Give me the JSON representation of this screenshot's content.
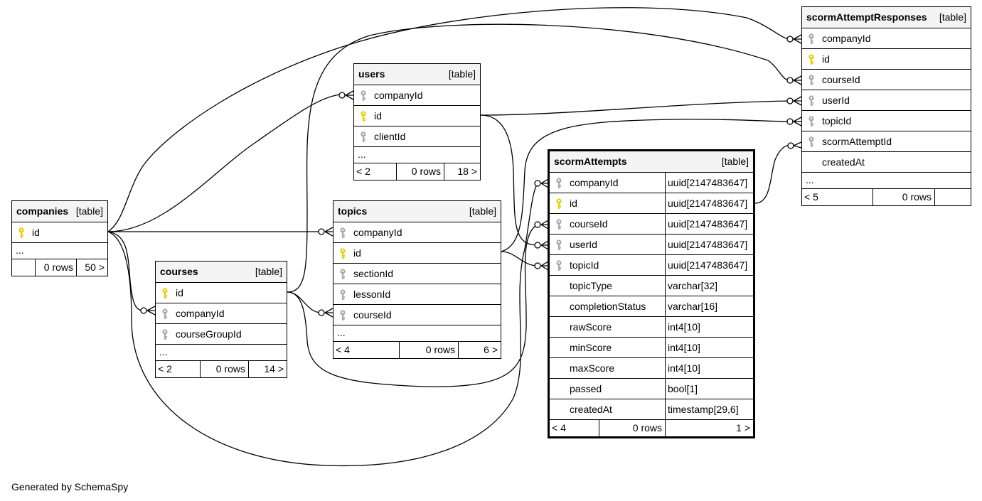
{
  "footer": "Generated by SchemaSpy",
  "table_type_label": "[table]",
  "more_marker": "...",
  "colors": {
    "primary_key": "#e6cf00",
    "foreign_key": "#a8a8a8",
    "header_bg": "#f4f4f4",
    "border": "#000000"
  },
  "tables": {
    "companies": {
      "name": "companies",
      "columns": [
        {
          "name": "id",
          "key": "primary"
        }
      ],
      "footer": {
        "parents": "",
        "rows": "0 rows",
        "children": "50 >"
      }
    },
    "courses": {
      "name": "courses",
      "columns": [
        {
          "name": "id",
          "key": "primary"
        },
        {
          "name": "companyId",
          "key": "foreign"
        },
        {
          "name": "courseGroupId",
          "key": "foreign"
        }
      ],
      "footer": {
        "parents": "< 2",
        "rows": "0 rows",
        "children": "14 >"
      }
    },
    "users": {
      "name": "users",
      "columns": [
        {
          "name": "companyId",
          "key": "foreign"
        },
        {
          "name": "id",
          "key": "primary"
        },
        {
          "name": "clientId",
          "key": "foreign"
        }
      ],
      "footer": {
        "parents": "< 2",
        "rows": "0 rows",
        "children": "18 >"
      }
    },
    "topics": {
      "name": "topics",
      "columns": [
        {
          "name": "companyId",
          "key": "foreign"
        },
        {
          "name": "id",
          "key": "primary"
        },
        {
          "name": "sectionId",
          "key": "foreign"
        },
        {
          "name": "lessonId",
          "key": "foreign"
        },
        {
          "name": "courseId",
          "key": "foreign"
        }
      ],
      "footer": {
        "parents": "< 4",
        "rows": "0 rows",
        "children": "6 >"
      }
    },
    "scormAttempts": {
      "name": "scormAttempts",
      "columns": [
        {
          "name": "companyId",
          "key": "foreign",
          "type": "uuid[2147483647]"
        },
        {
          "name": "id",
          "key": "primary",
          "type": "uuid[2147483647]"
        },
        {
          "name": "courseId",
          "key": "foreign",
          "type": "uuid[2147483647]"
        },
        {
          "name": "userId",
          "key": "foreign",
          "type": "uuid[2147483647]"
        },
        {
          "name": "topicId",
          "key": "foreign",
          "type": "uuid[2147483647]"
        },
        {
          "name": "topicType",
          "key": "none",
          "type": "varchar[32]"
        },
        {
          "name": "completionStatus",
          "key": "none",
          "type": "varchar[16]"
        },
        {
          "name": "rawScore",
          "key": "none",
          "type": "int4[10]"
        },
        {
          "name": "minScore",
          "key": "none",
          "type": "int4[10]"
        },
        {
          "name": "maxScore",
          "key": "none",
          "type": "int4[10]"
        },
        {
          "name": "passed",
          "key": "none",
          "type": "bool[1]"
        },
        {
          "name": "createdAt",
          "key": "none",
          "type": "timestamp[29,6]"
        }
      ],
      "footer": {
        "parents": "< 4",
        "rows": "0 rows",
        "children": "1 >"
      }
    },
    "scormAttemptResponses": {
      "name": "scormAttemptResponses",
      "columns": [
        {
          "name": "companyId",
          "key": "foreign"
        },
        {
          "name": "id",
          "key": "primary"
        },
        {
          "name": "courseId",
          "key": "foreign"
        },
        {
          "name": "userId",
          "key": "foreign"
        },
        {
          "name": "topicId",
          "key": "foreign"
        },
        {
          "name": "scormAttemptId",
          "key": "foreign"
        },
        {
          "name": "createdAt",
          "key": "none"
        }
      ],
      "footer": {
        "parents": "< 5",
        "rows": "0 rows",
        "children": ""
      }
    }
  }
}
